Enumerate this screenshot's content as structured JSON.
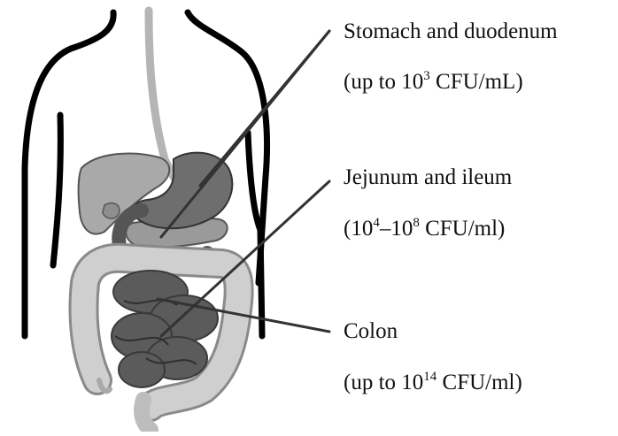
{
  "labels": {
    "stomach": {
      "name": "Stomach and duodenum",
      "count_prefix": "(up to 10",
      "count_exp": "3",
      "count_suffix": " CFU/mL)"
    },
    "small_intestine": {
      "name": "Jejunum and ileum",
      "count_prefix": "(10",
      "count_exp": "4",
      "count_mid": "–10",
      "count_exp2": "8",
      "count_suffix": " CFU/ml)"
    },
    "colon": {
      "name": "Colon",
      "count_prefix": "(up to 10",
      "count_exp": "14",
      "count_suffix": " CFU/ml)"
    }
  },
  "colors": {
    "outline": "#000000",
    "leader": "#333333",
    "esophagus": "#b5b5b5",
    "liver": "#a9a9a9",
    "stomach": "#6e6e6e",
    "duodenum": "#555555",
    "pancreas": "#9a9a9a",
    "small_intestine": "#5b5b5b",
    "colon": "#c9c9c9",
    "colon_edge": "#8a8a8a"
  }
}
